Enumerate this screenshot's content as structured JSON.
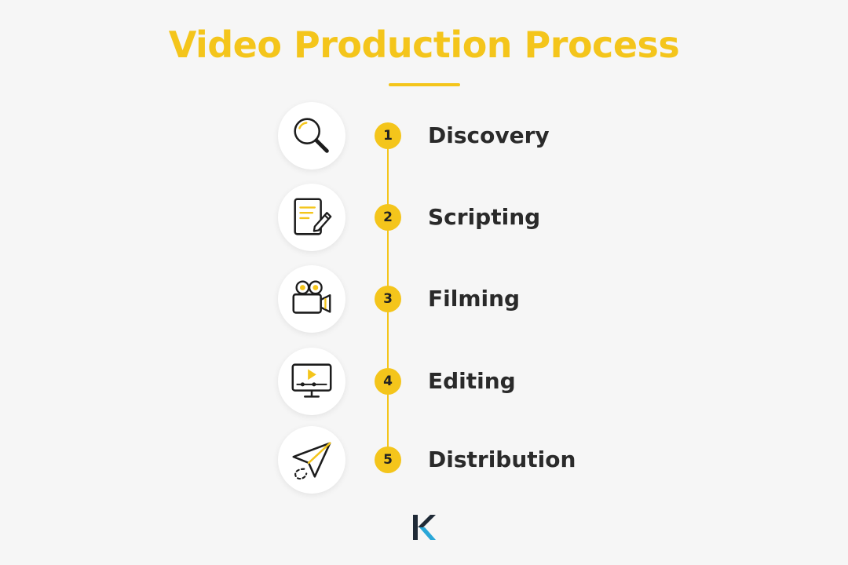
{
  "title": "Video Production Process",
  "colors": {
    "accent": "#f4c51b",
    "text": "#2a2a2a",
    "background": "#f6f6f6",
    "logo_dark": "#1f2a36",
    "logo_blue": "#2aa7d8"
  },
  "steps": [
    {
      "number": "1",
      "label": "Discovery",
      "icon": "magnifier-icon"
    },
    {
      "number": "2",
      "label": "Scripting",
      "icon": "document-pencil-icon"
    },
    {
      "number": "3",
      "label": "Filming",
      "icon": "video-camera-icon"
    },
    {
      "number": "4",
      "label": "Editing",
      "icon": "monitor-play-icon"
    },
    {
      "number": "5",
      "label": "Distribution",
      "icon": "paper-plane-icon"
    }
  ],
  "logo": {
    "icon": "k-logo-icon"
  }
}
